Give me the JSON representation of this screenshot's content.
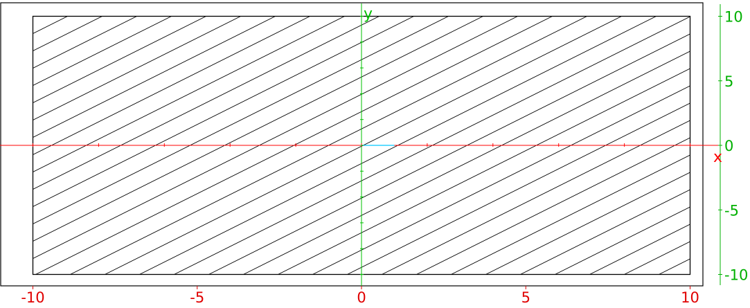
{
  "chart_data": {
    "type": "area",
    "title": "",
    "xlabel": "x",
    "ylabel": "y",
    "xlim": [
      -10,
      10
    ],
    "ylim": [
      -10,
      10
    ],
    "x_ticks": [
      "-10",
      "-5",
      "0",
      "5",
      "10"
    ],
    "y_ticks": [
      "10",
      "5",
      "0",
      "-5",
      "-10"
    ],
    "x_tick_values": [
      -10,
      -5,
      0,
      5,
      10
    ],
    "y_tick_values": [
      10,
      5,
      0,
      -5,
      -10
    ],
    "region": {
      "x": [
        -10,
        10
      ],
      "y": [
        -10,
        10
      ],
      "fill": "diagonal-hatch"
    },
    "grid": false,
    "colors": {
      "x_axis": "#ff0000",
      "y_axis": "#00c000",
      "x_tick_label": "#e00000",
      "y_tick_label": "#00b000",
      "region_border": "#000000",
      "hatch": "#000000",
      "frame": "#000000"
    }
  }
}
